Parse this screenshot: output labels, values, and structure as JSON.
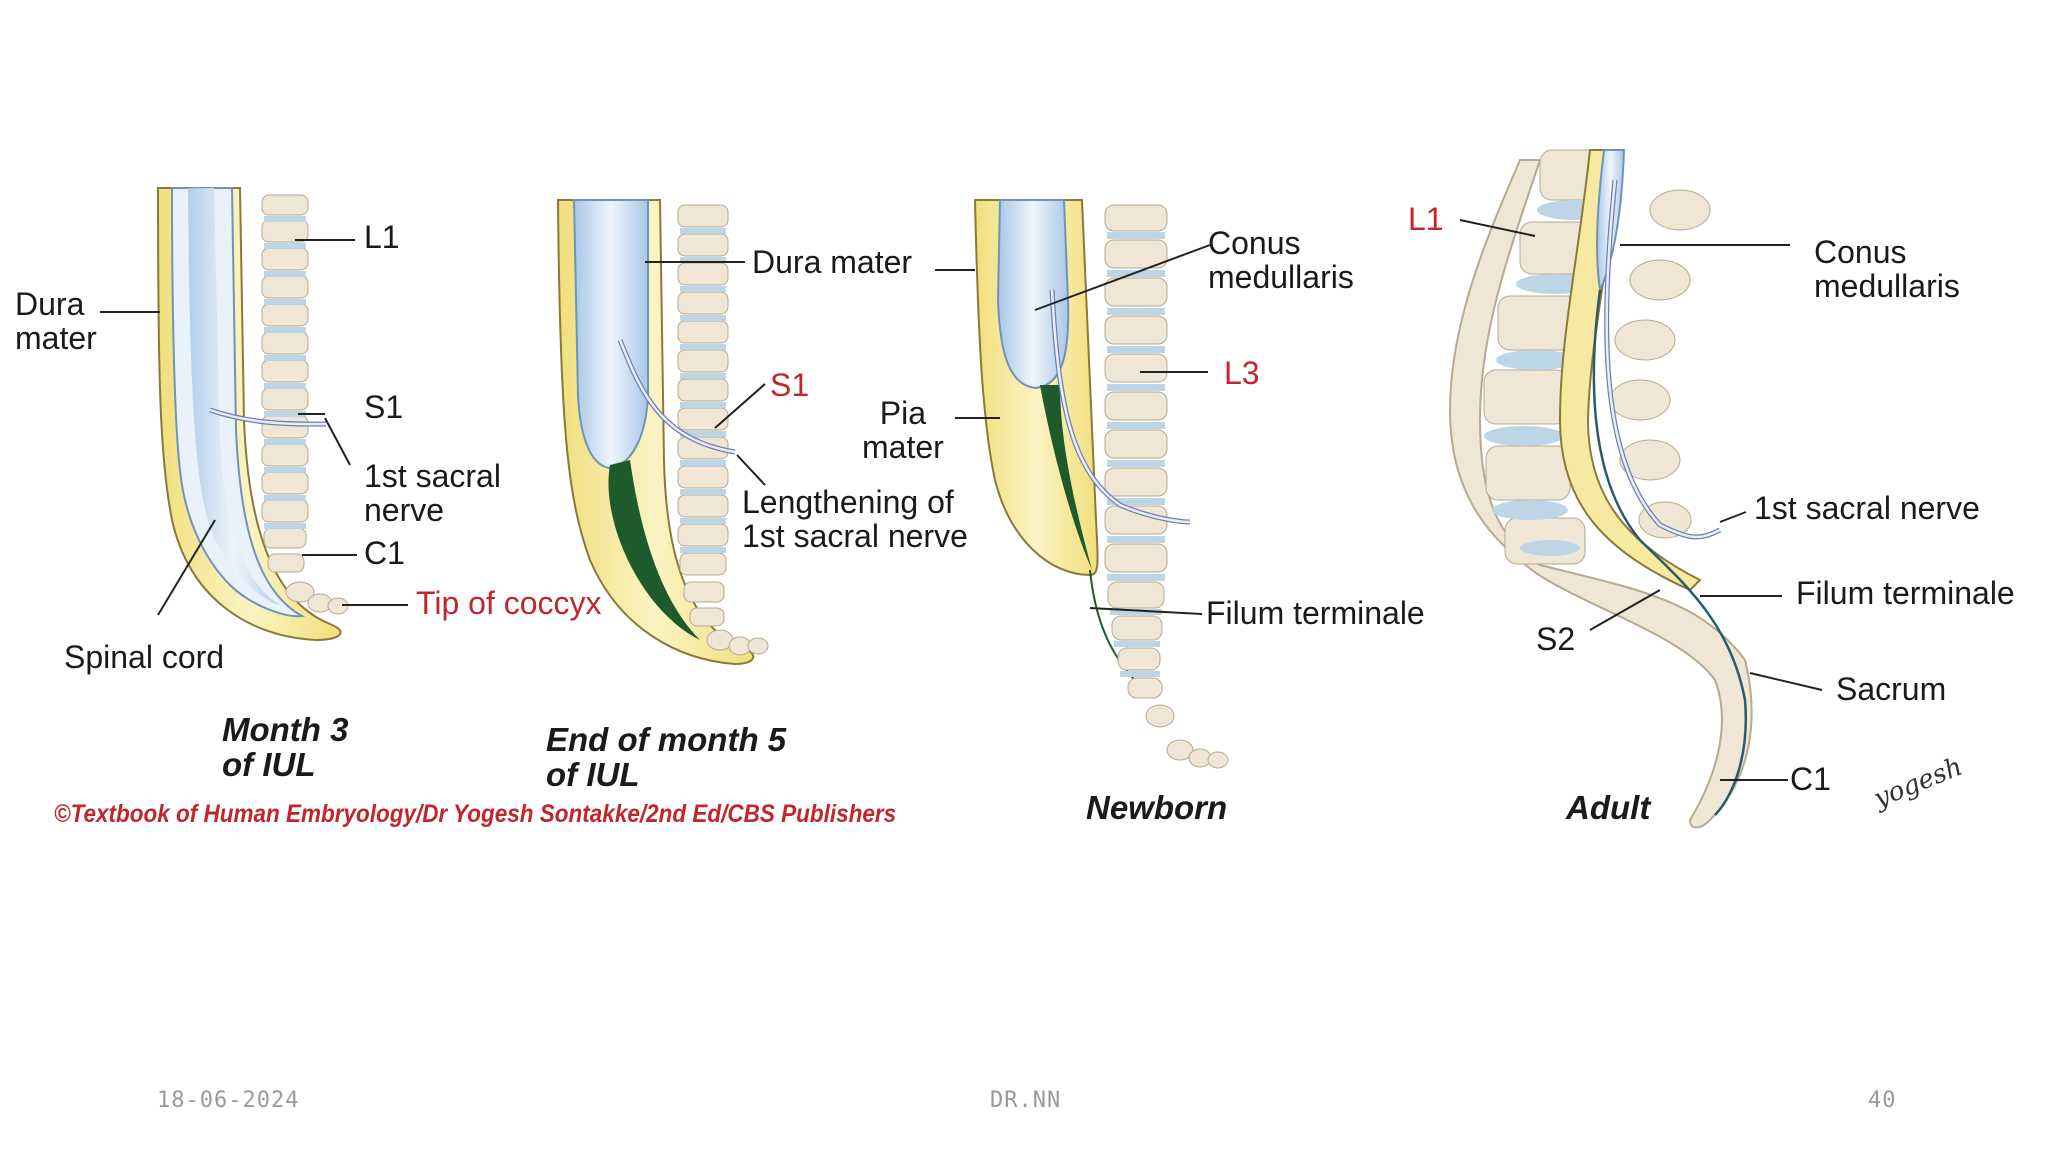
{
  "panel1": {
    "labels": {
      "l1": "L1",
      "dura": "Dura\nmater",
      "s1": "S1",
      "sacral": "1st sacral\nnerve",
      "c1": "C1",
      "coccyx": "Tip of coccyx",
      "cord": "Spinal cord"
    },
    "caption": "Month 3\nof IUL"
  },
  "panel2": {
    "labels": {
      "dura": "Dura mater",
      "s1": "S1",
      "lengthening": "Lengthening of\n1st sacral nerve"
    },
    "caption": "End of month 5\nof IUL"
  },
  "panel3": {
    "labels": {
      "conus": "Conus\nmedullaris",
      "l3": "L3",
      "pia": "Pia\nmater",
      "filum": "Filum terminale"
    },
    "caption": "Newborn"
  },
  "panel4": {
    "labels": {
      "l1": "L1",
      "conus": "Conus\nmedullaris",
      "sacral": "1st sacral nerve",
      "filum": "Filum terminale",
      "s2": "S2",
      "sacrum": "Sacrum",
      "c1": "C1"
    },
    "caption": "Adult"
  },
  "credit": "©Textbook of Human Embryology/Dr Yogesh Sontakke/2nd Ed/CBS Publishers",
  "signature": "yogesh",
  "footer": {
    "date": "18-06-2024",
    "author": "DR.NN",
    "page": "40"
  },
  "colors": {
    "dura": "#f6e9a0",
    "cord": "#c9def2",
    "bone": "#efe6d6",
    "disc": "#bcd6e8",
    "pia": "#1e5a2c",
    "red_label": "#c0272d"
  }
}
